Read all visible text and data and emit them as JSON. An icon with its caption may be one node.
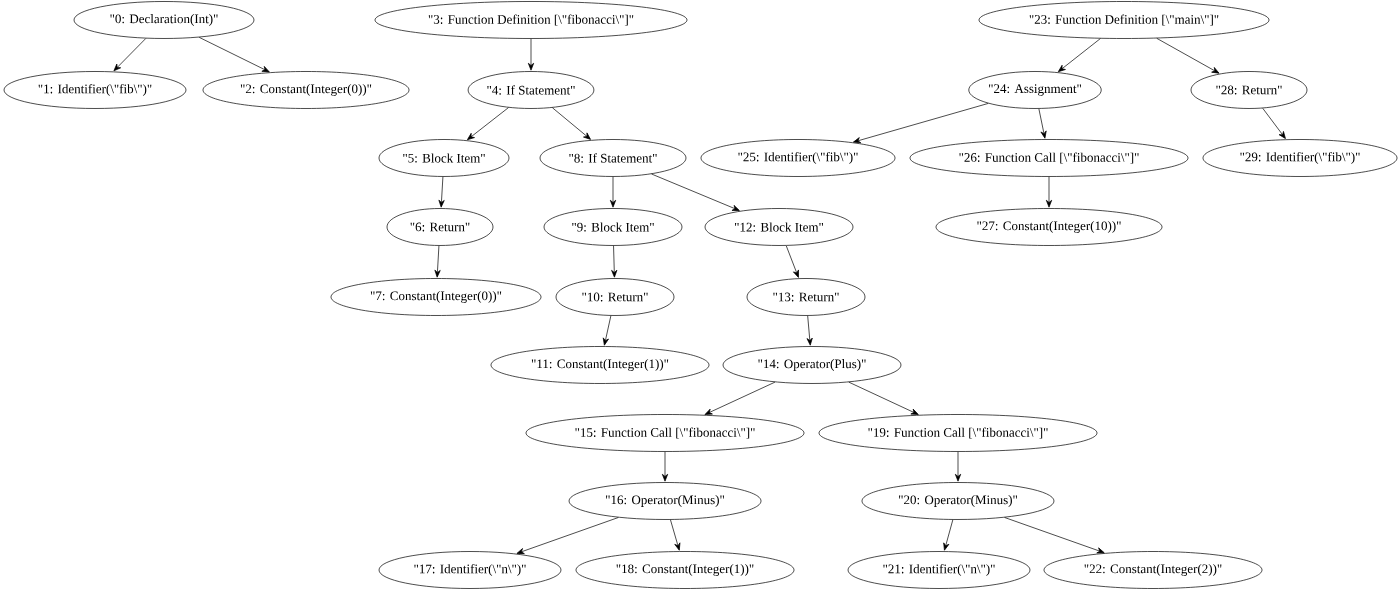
{
  "diagram": {
    "nodes": [
      {
        "text": [
          "\"0: Declaration(Int)\""
        ]
      },
      {
        "text": [
          "\"1: Identifier(\\\"fib\\\")\""
        ]
      },
      {
        "text": [
          "\"2: Constant(Integer(0))\""
        ]
      },
      {
        "text": [
          "\"3: Function Definition [\\\"fibonacci\\\"]\""
        ]
      },
      {
        "text": [
          "\"4: If Statement\""
        ]
      },
      {
        "text": [
          "\"5: Block Item\""
        ]
      },
      {
        "text": [
          "\"6: Return\""
        ]
      },
      {
        "text": [
          "\"7: Constant(Integer(0))\""
        ]
      },
      {
        "text": [
          "\"8: If Statement\""
        ]
      },
      {
        "text": [
          "\"9: Block Item\""
        ]
      },
      {
        "text": [
          "\"10: Return\""
        ]
      },
      {
        "text": [
          "\"11: Constant(Integer(1))\""
        ]
      },
      {
        "text": [
          "\"12: Block Item\""
        ]
      },
      {
        "text": [
          "\"13: Return\""
        ]
      },
      {
        "text": [
          "\"14: Operator(Plus)\""
        ]
      },
      {
        "text": [
          "\"15: Function Call [\\\"fibonacci\\\"]\""
        ]
      },
      {
        "text": [
          "\"16: Operator(Minus)\""
        ]
      },
      {
        "text": [
          "\"17: Identifier(\\\"n\\\")\""
        ]
      },
      {
        "text": [
          "\"18: Constant(Integer(1))\""
        ]
      },
      {
        "text": [
          "\"19: Function Call [\\\"fibonacci\\\"]\""
        ]
      },
      {
        "text": [
          "\"20: Operator(Minus)\""
        ]
      },
      {
        "text": [
          "\"21: Identifier(\\\"n\\\")\""
        ]
      },
      {
        "text": [
          "\"22: Constant(Integer(2))\""
        ]
      },
      {
        "text": [
          "\"23: Function Definition [\\\"main\\\"]\""
        ]
      },
      {
        "text": [
          "\"24: Assignment\""
        ]
      },
      {
        "text": [
          "\"25: Identifier(\\\"fib\\\")\""
        ]
      },
      {
        "text": [
          "\"26: Function Call [\\\"fibonacci\\\"]\""
        ]
      },
      {
        "text": [
          "\"27: Constant(Integer(10))\""
        ]
      },
      {
        "text": [
          "\"28: Return\""
        ]
      },
      {
        "text": [
          "\"29: Identifier(\\\"fib\\\")\""
        ]
      }
    ],
    "edges": [
      {
        "from": 0,
        "to": 1,
        "arrow": "to"
      },
      {
        "from": 0,
        "to": 2,
        "arrow": "to"
      },
      {
        "from": 3,
        "to": 4,
        "arrow": "to"
      },
      {
        "from": 4,
        "to": 5,
        "arrow": "to"
      },
      {
        "from": 4,
        "to": 8,
        "arrow": "to"
      },
      {
        "from": 5,
        "to": 6,
        "arrow": "to"
      },
      {
        "from": 6,
        "to": 7,
        "arrow": "to"
      },
      {
        "from": 8,
        "to": 9,
        "arrow": "to"
      },
      {
        "from": 8,
        "to": 12,
        "arrow": "to"
      },
      {
        "from": 9,
        "to": 10,
        "arrow": "to"
      },
      {
        "from": 10,
        "to": 11,
        "arrow": "to"
      },
      {
        "from": 12,
        "to": 13,
        "arrow": "to"
      },
      {
        "from": 13,
        "to": 14,
        "arrow": "to"
      },
      {
        "from": 14,
        "to": 15,
        "arrow": "to"
      },
      {
        "from": 14,
        "to": 19,
        "arrow": "to"
      },
      {
        "from": 15,
        "to": 16,
        "arrow": "to"
      },
      {
        "from": 16,
        "to": 17,
        "arrow": "to"
      },
      {
        "from": 16,
        "to": 18,
        "arrow": "to"
      },
      {
        "from": 19,
        "to": 20,
        "arrow": "to"
      },
      {
        "from": 20,
        "to": 21,
        "arrow": "to"
      },
      {
        "from": 20,
        "to": 22,
        "arrow": "to"
      },
      {
        "from": 23,
        "to": 24,
        "arrow": "to"
      },
      {
        "from": 23,
        "to": 28,
        "arrow": "to"
      },
      {
        "from": 24,
        "to": 25,
        "arrow": "to"
      },
      {
        "from": 24,
        "to": 26,
        "arrow": "to"
      },
      {
        "from": 26,
        "to": 27,
        "arrow": "to"
      },
      {
        "from": 28,
        "to": 29,
        "arrow": "to"
      }
    ]
  }
}
